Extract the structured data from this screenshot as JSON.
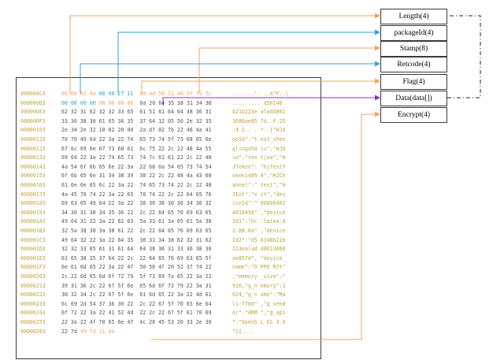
{
  "fields": [
    {
      "label": "Length(4)",
      "color": "#f0a462",
      "arrow_color": "#f0a462"
    },
    {
      "label": "packageId(4)",
      "color": "#2fa5cf",
      "arrow_color": "#2fa5cf"
    },
    {
      "label": "Stamp(8)",
      "color": "#f0a462",
      "arrow_color": "#f0a462"
    },
    {
      "label": "Retcode(4)",
      "color": "#2fa5cf",
      "arrow_color": "#2fa5cf"
    },
    {
      "label": "Flag(4)",
      "color": "#f0a462",
      "arrow_color": "#f0a462"
    },
    {
      "label": "Data(data[])",
      "color": "#7b3fb0",
      "arrow_color": "#7b3fb0"
    },
    {
      "label": "Encrypt(4)",
      "color": "#f0a462",
      "arrow_color": "#f0a462"
    }
  ],
  "hex_rows": [
    {
      "addr": "000000C3",
      "bytes": "00 00 01 8a 00 00 27 11  00 ad 58 22 46 0f f1 5c",
      "ascii": ".......'. ..X\"F..\\"
    },
    {
      "addr": "000000D3",
      "bytes": "00 00 00 00 00 00 00 00  0a 20 64 35 38 31 34 38",
      "ascii": "......... d58148"
    },
    {
      "addr": "000000E3",
      "bytes": "62 32 31 62 32 32 33 65  61 51 61 64 64 38 36 31",
      "ascii": "b21b223e aladd861"
    },
    {
      "addr": "000000F3",
      "bytes": "33 36 38 30 61 65 38 35  37 64 12 05 50 2e 32 35",
      "ascii": "3680ae85 7d..P.25"
    },
    {
      "addr": "00000103",
      "bytes": "2e 34 2e 32 18 02 20 00  2a d7 02 7b 22 48 4a 41",
      "ascii": ".4.2.. . *..{\"HJA"
    },
    {
      "addr": "00000113",
      "bytes": "70 70 49 64 22 3a 22 74  65 73 74 5f 73 68 65 6e",
      "ascii": "ppId\":\"t est_shen"
    },
    {
      "addr": "00000123",
      "bytes": "67 6c 69 6e 67 73 68 61  6c 75 22 2c 22 48 4a 55",
      "ascii": "glingsha lu\",\"HJU"
    },
    {
      "addr": "00000133",
      "bytes": "69 64 22 3a 22 74 65 73  74 7c 61 61 22 2c 22 48",
      "ascii": "id\":\"tes t|aa\",\"H"
    },
    {
      "addr": "00000143",
      "bytes": "4a 54 6f 6b 65 6e 22 3a  22 68 6a 54 65 73 74 54",
      "ascii": "JToken\": \"hjTestT"
    },
    {
      "addr": "00000153",
      "bytes": "6f 6b 65 6e 31 34 38 39  38 22 2c 22 48 4a 43 68",
      "ascii": "oken1489 8\",\"HJCh"
    },
    {
      "addr": "00000163",
      "bytes": "61 6e 6e 65 6c 22 3a 22  74 65 73 74 22 2c 22 48",
      "ascii": "annel\":\" test\",\"H"
    },
    {
      "addr": "00000173",
      "bytes": "4a 45 78 74 22 3a 22 65  78 74 22 2c 22 64 65 76",
      "ascii": "JExt\":\"e xt\",\"dev"
    },
    {
      "addr": "00000183",
      "bytes": "69 63 65 49 64 22 3a 22  38 36 38 30 36 34 30 32",
      "ascii": "iceId\":\" 86806402"
    },
    {
      "addr": "00000193",
      "bytes": "34 30 31 38 34 35 36 22  2c 22 64 65 76 69 63 65",
      "ascii": "4018456\" ,\"device"
    },
    {
      "addr": "000001A3",
      "bytes": "49 64 31 22 3a 22 62 63  5a 33 61 3a 65 61 5a 38",
      "ascii": "Id1\":\"bc :Saiea:8"
    },
    {
      "addr": "000001B3",
      "bytes": "32 5a 38 38 3a 38 61 22  2c 22 64 65 76 69 63 65",
      "ascii": "2:88:8a\" ,\"device"
    },
    {
      "addr": "000001C3",
      "bytes": "49 64 32 22 3a 22 64 35  38 31 34 38 62 32 31 62",
      "ascii": "Id2\":\"d5 8148b21b"
    },
    {
      "addr": "000001D3",
      "bytes": "32 32 33 65 61 31 61 64  64 38 36 31 33 36 38 30",
      "ascii": "223ealad d8613680"
    },
    {
      "addr": "000001E3",
      "bytes": "61 65 38 35 37 64 22 2c  22 64 65 76 69 63 65 5f",
      "ascii": "ae857d\", \"device_"
    },
    {
      "addr": "000001F3",
      "bytes": "6e 61 6d 65 22 3a 22 4f  50 50 4f 20 52 37 74 22",
      "ascii": "name\":\"O PPO R7t\""
    },
    {
      "addr": "00000203",
      "bytes": "2c 22 6d 65 6d 6f 72 79  5f 73 69 7a 65 22 3a 22",
      "ascii": ",\"memory _size\":\""
    },
    {
      "addr": "00000213",
      "bytes": "39 31 36 2c 22 67 5f 6e  65 6d 6f 72 79 22 3a 31",
      "ascii": "916,\"g_n emory\":1"
    },
    {
      "addr": "00000223",
      "bytes": "30 32 34 2c 22 67 5f 6e  61 6d 65 22 3a 22 4d 61",
      "ascii": "024,\"g_n ame\":\"Ma"
    },
    {
      "addr": "00000233",
      "bytes": "6c 69 2d 54 37 36 30 22  2c 22 67 5f 76 65 6e 64",
      "ascii": "li-T760\" ,\"g_vend"
    },
    {
      "addr": "00000243",
      "bytes": "6f 72 22 3a 22 41 52 4d  22 2c 22 67 5f 61 70 69",
      "ascii": "or\":\"ARM \",\"g_api"
    },
    {
      "addr": "00000253",
      "bytes": "22 3a 22 4f 70 65 6e 47  4c 20 45 53 20 33 2e 30",
      "ascii": "\":\"OpenG L ES 3.0"
    },
    {
      "addr": "00000263",
      "bytes": "22 7d 49 f3 11 de",
      "ascii": "\"}I...."
    }
  ]
}
